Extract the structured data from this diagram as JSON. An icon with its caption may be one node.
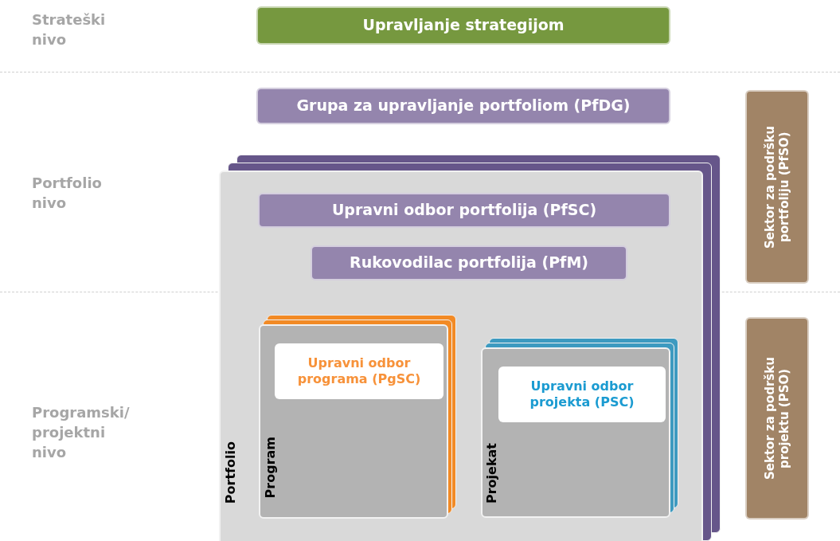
{
  "diagram": {
    "nodes": [
      {
        "text": [
          "Upravljanje strategijom"
        ]
      },
      {
        "text": [
          "Grupa za upravljanje portfoliom (PfDG)"
        ]
      },
      {
        "text": [
          "Sektor za podršku portfoliju (PfSO)"
        ]
      },
      {
        "text": [
          "Portfolio"
        ]
      },
      {
        "text": [
          "Upravni odbor portfolija (PfSC)"
        ],
        "in": 3
      },
      {
        "text": [
          "Rukovodilac portfolija (PfM)"
        ],
        "in": 3
      },
      {
        "text": [
          "Program"
        ],
        "in": 3
      },
      {
        "text": [
          "Upravni odbor programa (PgSC)"
        ],
        "in": 6
      },
      {
        "text": [
          "Projekat"
        ],
        "in": 3
      },
      {
        "text": [
          "Upravni odbor projekta (PSC)"
        ],
        "in": 8
      },
      {
        "text": [
          "Sektor za podršku projektu (PSO)"
        ]
      }
    ],
    "labels": [
      "Strateški nivo",
      "Portfolio nivo",
      "Programski/ projektni nivo"
    ]
  }
}
